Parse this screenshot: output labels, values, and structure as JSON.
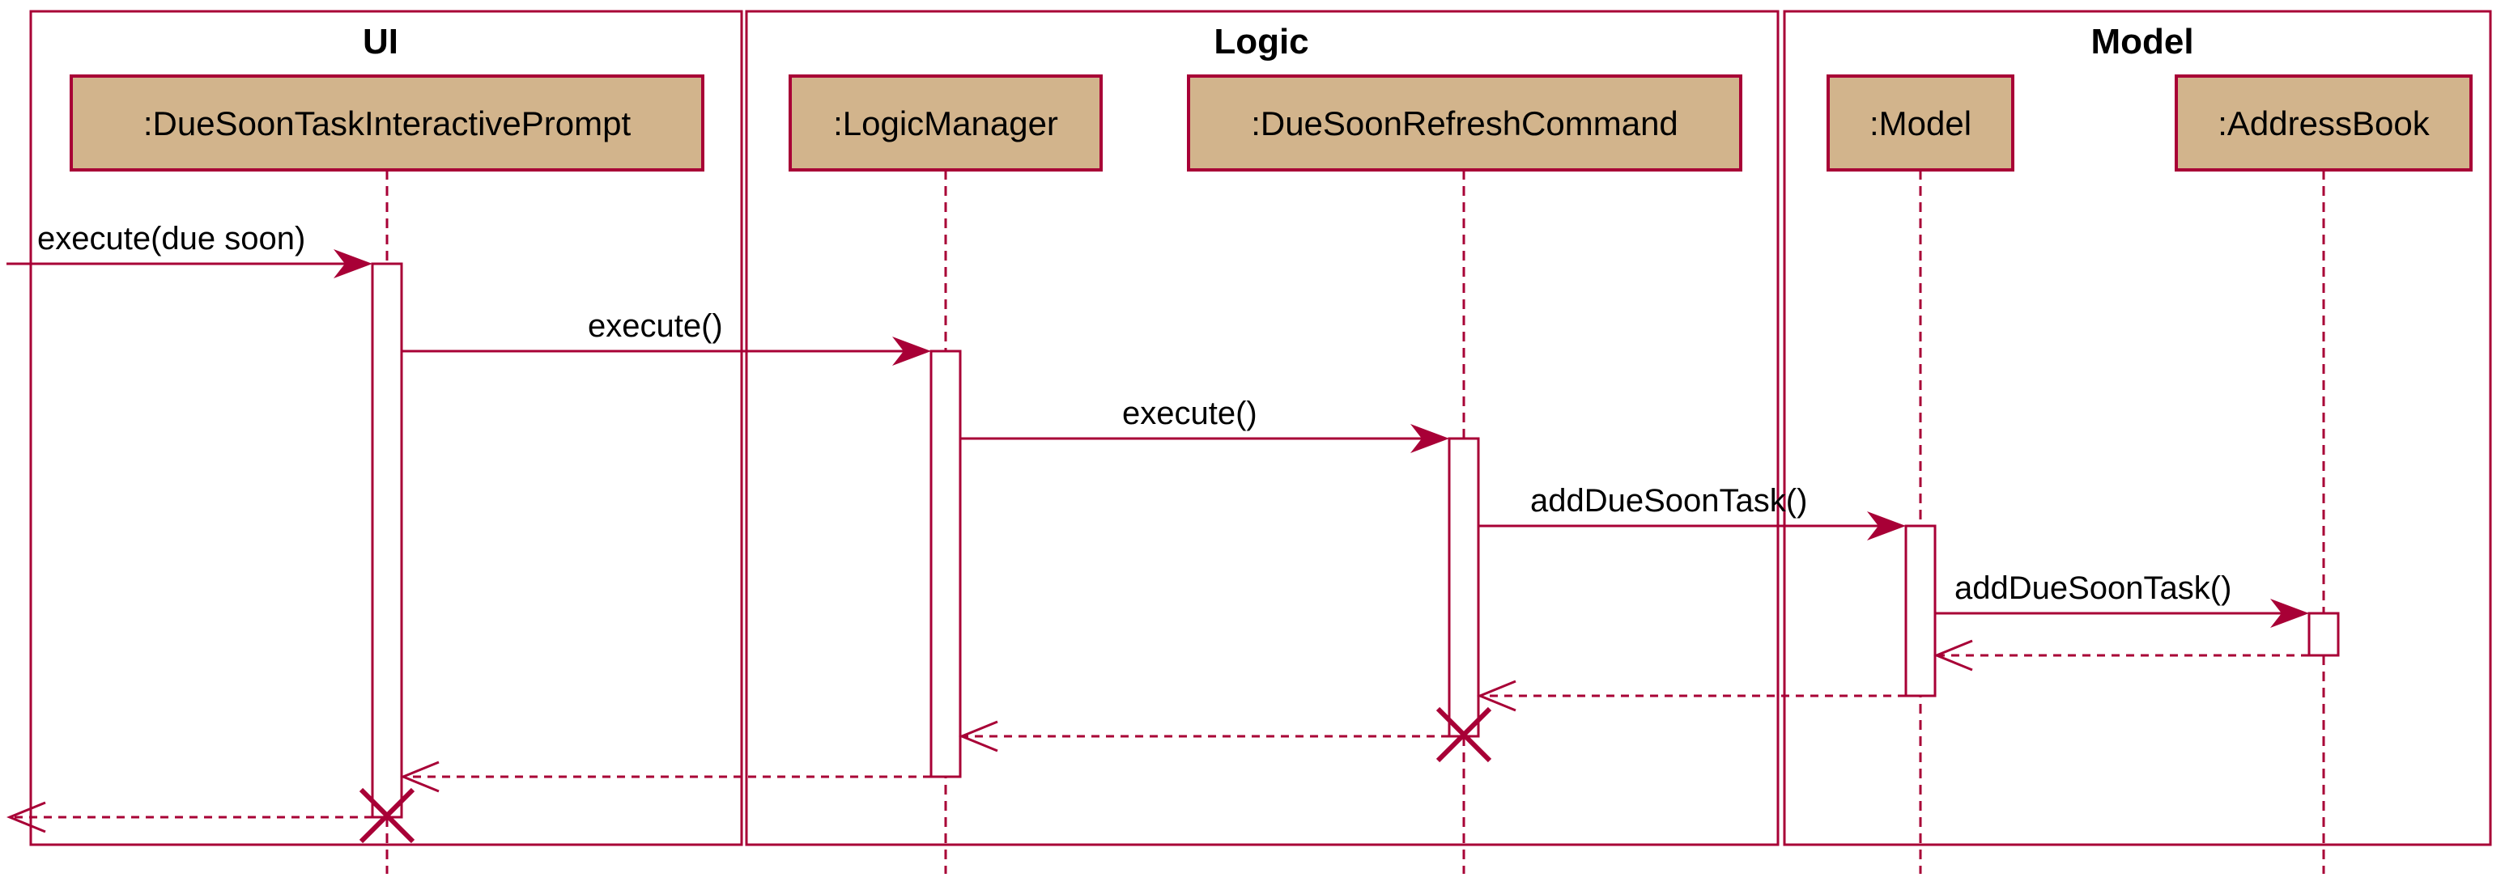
{
  "colors": {
    "line": "#a80036",
    "participant_fill": "#d2b48c",
    "activation_fill": "#ffffff",
    "text": "#000000",
    "background": "#ffffff"
  },
  "boxes": [
    {
      "id": "ui",
      "title": "UI"
    },
    {
      "id": "logic",
      "title": "Logic"
    },
    {
      "id": "model",
      "title": "Model"
    }
  ],
  "participants": [
    {
      "id": "prompt",
      "label": ":DueSoonTaskInteractivePrompt",
      "box": "ui"
    },
    {
      "id": "logicmgr",
      "label": ":LogicManager",
      "box": "logic"
    },
    {
      "id": "refresh",
      "label": ":DueSoonRefreshCommand",
      "box": "logic"
    },
    {
      "id": "model",
      "label": ":Model",
      "box": "model"
    },
    {
      "id": "addressbook",
      "label": ":AddressBook",
      "box": "model"
    }
  ],
  "messages": [
    {
      "id": "m1",
      "from": "external",
      "to": "prompt",
      "label": "execute(due soon)",
      "type": "call"
    },
    {
      "id": "m2",
      "from": "prompt",
      "to": "logicmgr",
      "label": "execute()",
      "type": "call"
    },
    {
      "id": "m3",
      "from": "logicmgr",
      "to": "refresh",
      "label": "execute()",
      "type": "call"
    },
    {
      "id": "m4",
      "from": "refresh",
      "to": "model",
      "label": "addDueSoonTask()",
      "type": "call"
    },
    {
      "id": "m5",
      "from": "model",
      "to": "addressbook",
      "label": "addDueSoonTask()",
      "type": "call"
    },
    {
      "id": "r1",
      "from": "addressbook",
      "to": "model",
      "label": "",
      "type": "return"
    },
    {
      "id": "r2",
      "from": "model",
      "to": "refresh",
      "label": "",
      "type": "return"
    },
    {
      "id": "r3",
      "from": "refresh",
      "to": "logicmgr",
      "label": "",
      "type": "return"
    },
    {
      "id": "r4",
      "from": "logicmgr",
      "to": "prompt",
      "label": "",
      "type": "return"
    },
    {
      "id": "r5",
      "from": "prompt",
      "to": "external",
      "label": "",
      "type": "return"
    }
  ],
  "destroyed": [
    "refresh",
    "prompt"
  ]
}
